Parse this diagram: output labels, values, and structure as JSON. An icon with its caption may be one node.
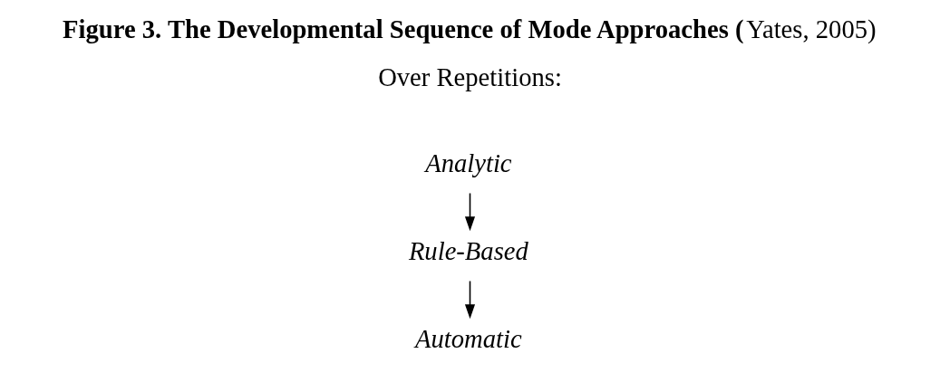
{
  "diagram": {
    "title": "**Figure 3. The Developmental Sequence of Mode Approaches (**Yates, 2005)",
    "nodes": [
      {
        "text": [
          "Analytic"
        ]
      },
      {
        "text": [
          "Rule-Based"
        ]
      },
      {
        "text": [
          "Automatic"
        ]
      }
    ],
    "edges": [
      {
        "from": 0,
        "to": 1,
        "arrow": "to"
      },
      {
        "from": 1,
        "to": 2,
        "arrow": "to"
      }
    ],
    "labels": [
      "Over Repetitions:"
    ]
  }
}
